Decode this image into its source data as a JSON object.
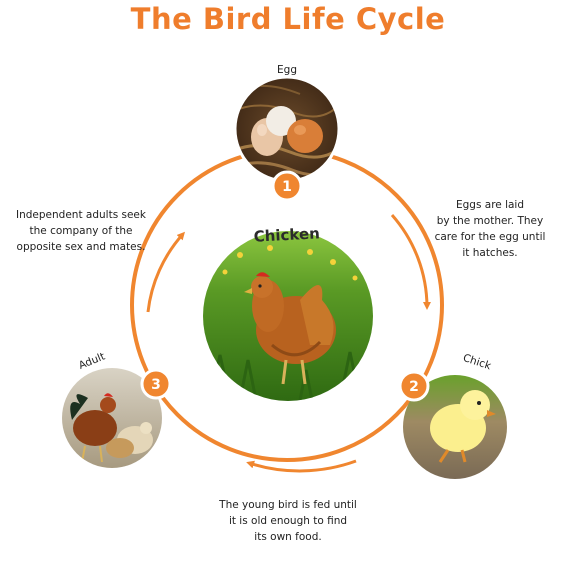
{
  "title": "The Bird Life Cycle",
  "center_label": "Chicken",
  "colors": {
    "accent": "#f0862f",
    "title": "#ef7d2c",
    "text": "#222222",
    "grass_dark": "#2f6a12",
    "grass_light": "#6fae2a"
  },
  "stages": [
    {
      "number": "1",
      "label": "Egg",
      "description_lines": [
        "Eggs are laid",
        "by the mother. They",
        "care for the egg until",
        "it hatches."
      ]
    },
    {
      "number": "2",
      "label": "Chick",
      "description_lines": [
        "The young bird is fed until",
        "it is old enough to find",
        "its own food."
      ]
    },
    {
      "number": "3",
      "label": "Adult",
      "description_lines": [
        "Independent adults seek",
        "the company of the",
        "opposite sex and mates."
      ]
    }
  ]
}
